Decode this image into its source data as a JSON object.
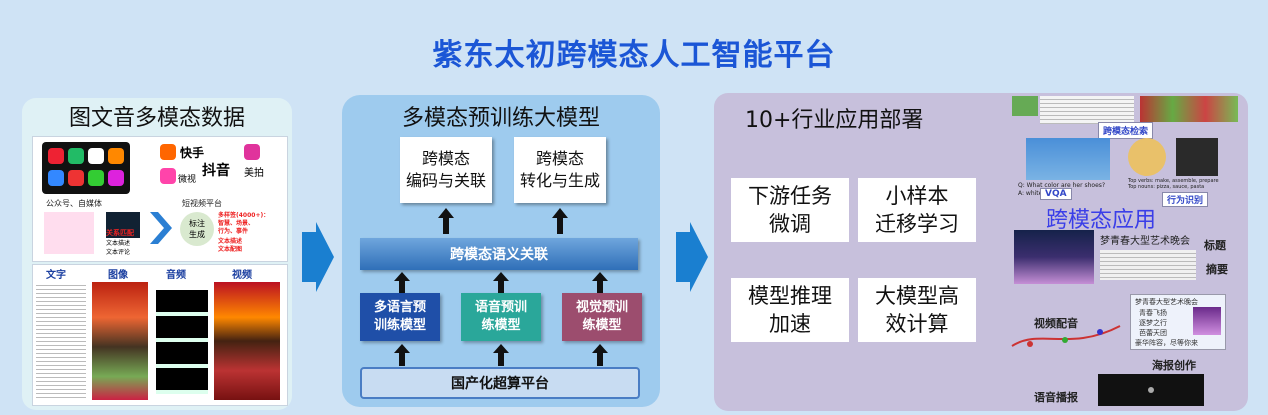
{
  "title": "紫东太初跨模态人工智能平台",
  "panel1": {
    "title": "图文音多模态数据",
    "caption_left": "公众号、自媒体",
    "caption_right": "短视频平台",
    "apps": [
      "快手",
      "抖音",
      "美拍",
      "微视"
    ],
    "match_label": "关系匹配",
    "text_label": "文本描述\n文本评论",
    "tag_label": "标注\n生成",
    "red_note": "多样签(4000+)：\n智慧、场景、\n行为、事件",
    "red_note2": "文本描述\n文本配图",
    "media_headers": [
      "文字",
      "图像",
      "音频",
      "视频"
    ]
  },
  "panel2": {
    "title": "多模态预训练大模型",
    "top_boxes": [
      "跨模态\n编码与关联",
      "跨模态\n转化与生成"
    ],
    "bar_label": "跨模态语义关联",
    "modules": [
      {
        "label": "多语言预\n训练模型",
        "color": "#1f4fa8"
      },
      {
        "label": "语音预训\n练模型",
        "color": "#2aa79a"
      },
      {
        "label": "视觉预训\n练模型",
        "color": "#9c4d6e"
      }
    ],
    "bottom_label": "国产化超算平台"
  },
  "panel3": {
    "title": "10+行业应用部署",
    "cards": [
      "下游任务\n微调",
      "小样本\n迁移学习",
      "模型推理\n加速",
      "大模型高\n效计算"
    ],
    "app_title": "跨模态应用",
    "retrieval_label": "跨模态检索",
    "vqa_label": "VQA",
    "action_label": "行为识别",
    "vqa_q": "Q: What color are her shoes?",
    "vqa_a": "A: white",
    "caption_list": "Top verbs: make, assemble, prepare\nTop nouns: pizza, sauce, pasta",
    "title_label": "标题",
    "summary_label": "摘要",
    "party_text": "梦青春大型艺术晚会",
    "dubbing_label": "视频配音",
    "poster_label": "海报创作",
    "poster_lines": [
      "梦青春大型艺术晚会",
      "青春飞扬",
      "逐梦之行",
      "芭蕾天团",
      "豪华阵容，尽等你来"
    ],
    "voice_label": "语音播报"
  }
}
